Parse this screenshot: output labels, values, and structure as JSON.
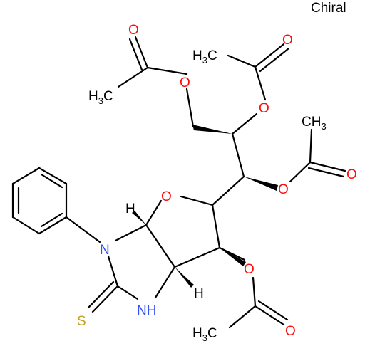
{
  "flag": {
    "chiral": "Chiral"
  },
  "colors": {
    "oxygen": "#ff0d0d",
    "nitrogen": "#3050f8",
    "sulfur": "#c2a31f",
    "bond": "#000000"
  },
  "atoms": {
    "o_ring": "O",
    "o_top_carbonyl": "O",
    "o_ch2_ester": "O",
    "o_top_ester": "O",
    "o_top2_carbonyl": "O",
    "o_mid_ester": "O",
    "o_mid_carbonyl": "O",
    "o_bot_ester": "O",
    "o_bot_carbonyl": "O",
    "n_phenyl": "N",
    "n_h": "NH",
    "s_thione": "S",
    "h_top": "H",
    "h_bottom": "H"
  },
  "methyl": {
    "h": "H",
    "c": "C",
    "sub": "3",
    "h3": "H",
    "c3": "C"
  }
}
